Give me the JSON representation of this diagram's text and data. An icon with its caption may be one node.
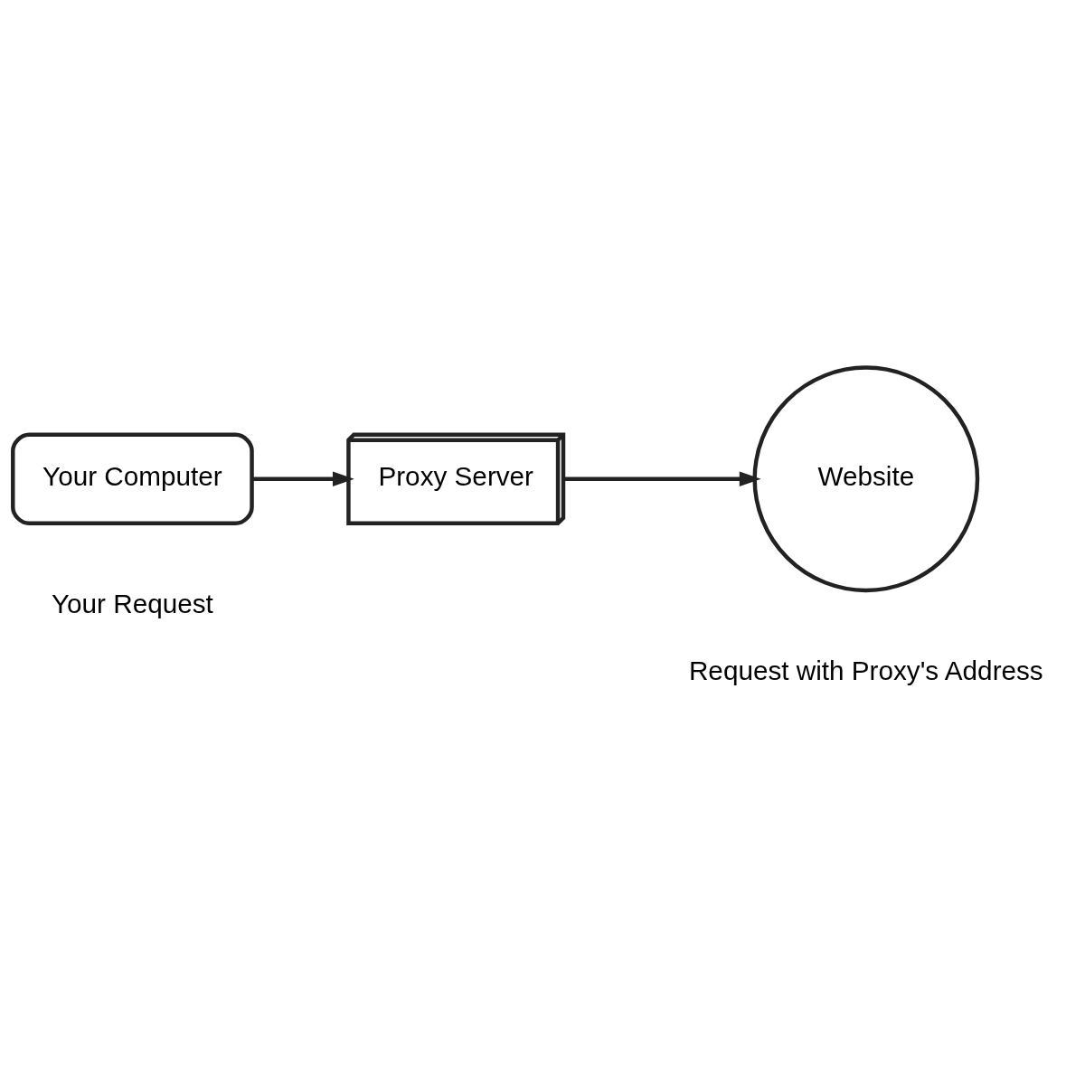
{
  "diagram": {
    "nodes": [
      {
        "text": [
          "Your Computer"
        ],
        "beside": [
          "Your Request"
        ]
      },
      {
        "text": [
          "Proxy Server"
        ]
      },
      {
        "text": [
          "Website"
        ],
        "beside": [
          "Request with Proxy's Address"
        ]
      }
    ],
    "edges": [
      {
        "from": 0,
        "to": 1,
        "arrow": "to"
      },
      {
        "from": 1,
        "to": 2,
        "arrow": "to"
      }
    ]
  }
}
